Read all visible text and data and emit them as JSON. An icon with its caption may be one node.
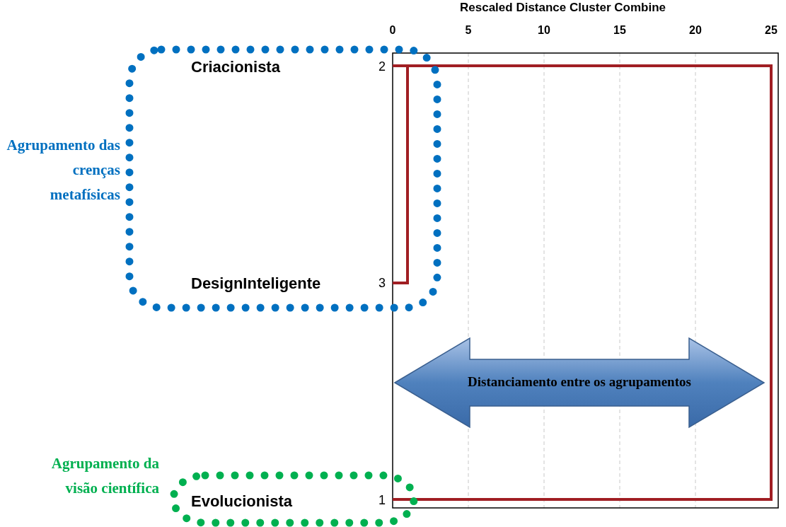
{
  "diagram": {
    "nodes": [
      {
        "text": [
          "Agrupamento das crenças metafísicas",
          "Criacionista",
          "DesignInteligente"
        ]
      },
      {
        "text": [
          "Agrupamento da visão científica",
          "Evolucionista"
        ]
      },
      {
        "text": [
          "Distanciamento entre os agrupamentos"
        ]
      }
    ],
    "edges": [],
    "labels": [
      "Rescaled Distance Cluster Combine",
      "0",
      "5",
      "10",
      "15",
      "20",
      "25",
      "2",
      "3",
      "1"
    ]
  }
}
